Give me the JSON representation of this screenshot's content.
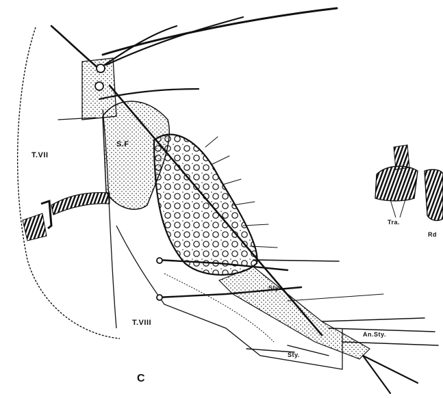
{
  "figure": {
    "panel_label": "C",
    "labels": {
      "t7": "T.VII",
      "t8": "T.VIII",
      "sf": "S.F",
      "tra": "Tra.",
      "rd": "Rd",
      "an_sty": "An.Sty.",
      "sty_upper": "Sty.",
      "sty_lower": "Sty."
    },
    "colors": {
      "ink": "#111111",
      "paper": "#ffffff"
    }
  }
}
